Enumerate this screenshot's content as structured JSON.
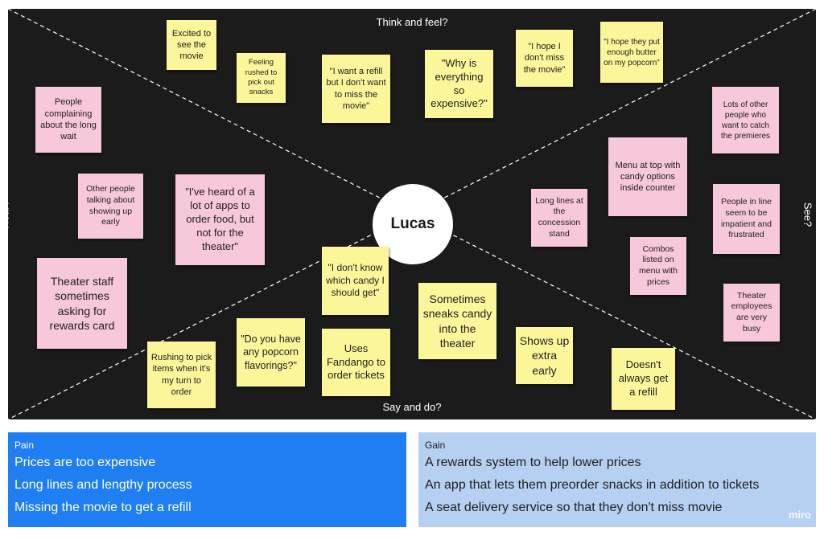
{
  "center": {
    "name": "Lucas"
  },
  "quadrants": {
    "top": "Think and feel?",
    "bottom": "Say and do?",
    "left": "Hear?",
    "right": "See?"
  },
  "notes": [
    {
      "text": "Excited to see the movie",
      "color": "yellow"
    },
    {
      "text": "Feeling rushed to pick out snacks",
      "color": "yellow"
    },
    {
      "text": "\"I want a refill but I don't want to miss the movie\"",
      "color": "yellow"
    },
    {
      "text": "\"Why is everything so expensive?\"",
      "color": "yellow"
    },
    {
      "text": "\"I hope I don't miss the movie\"",
      "color": "yellow"
    },
    {
      "text": "\"I hope they put enough butter on my popcorn\"",
      "color": "yellow"
    },
    {
      "text": "People complaining about the long wait",
      "color": "pink"
    },
    {
      "text": "Other people talking about showing up early",
      "color": "pink"
    },
    {
      "text": "\"I've heard of a lot of apps to order food, but not for the theater\"",
      "color": "pink"
    },
    {
      "text": "Theater staff sometimes asking for rewards card",
      "color": "pink"
    },
    {
      "text": "Lots of other people who want to catch the premieres",
      "color": "pink"
    },
    {
      "text": "Menu at top with candy options inside counter",
      "color": "pink"
    },
    {
      "text": "Long lines at the concession stand",
      "color": "pink"
    },
    {
      "text": "People in line seem to be impatient and frustrated",
      "color": "pink"
    },
    {
      "text": "Combos listed on menu with prices",
      "color": "pink"
    },
    {
      "text": "Theater employees are very busy",
      "color": "pink"
    },
    {
      "text": "\"I don't know which candy I should get\"",
      "color": "yellow"
    },
    {
      "text": "Sometimes sneaks candy into the theater",
      "color": "yellow"
    },
    {
      "text": "Rushing to pick items when it's my turn to order",
      "color": "yellow"
    },
    {
      "text": "\"Do you have any popcorn flavorings?\"",
      "color": "yellow"
    },
    {
      "text": "Uses Fandango to order tickets",
      "color": "yellow"
    },
    {
      "text": "Shows up extra early",
      "color": "yellow"
    },
    {
      "text": "Doesn't always get a refill",
      "color": "yellow"
    }
  ],
  "pain": {
    "title": "Pain",
    "items": [
      "Prices are too expensive",
      "Long lines and lengthy process",
      "Missing the movie to get a refill"
    ]
  },
  "gain": {
    "title": "Gain",
    "items": [
      "A rewards system to help lower prices",
      "An app that lets them preorder snacks in addition to tickets",
      "A seat delivery service so that they don't miss movie"
    ]
  },
  "watermark": "miro",
  "colors": {
    "board": "#1b1b1b",
    "yellow": "#fcf69a",
    "pink": "#f7c7dc",
    "pain": "#1e7ef2",
    "gain": "#b6d0f1"
  }
}
